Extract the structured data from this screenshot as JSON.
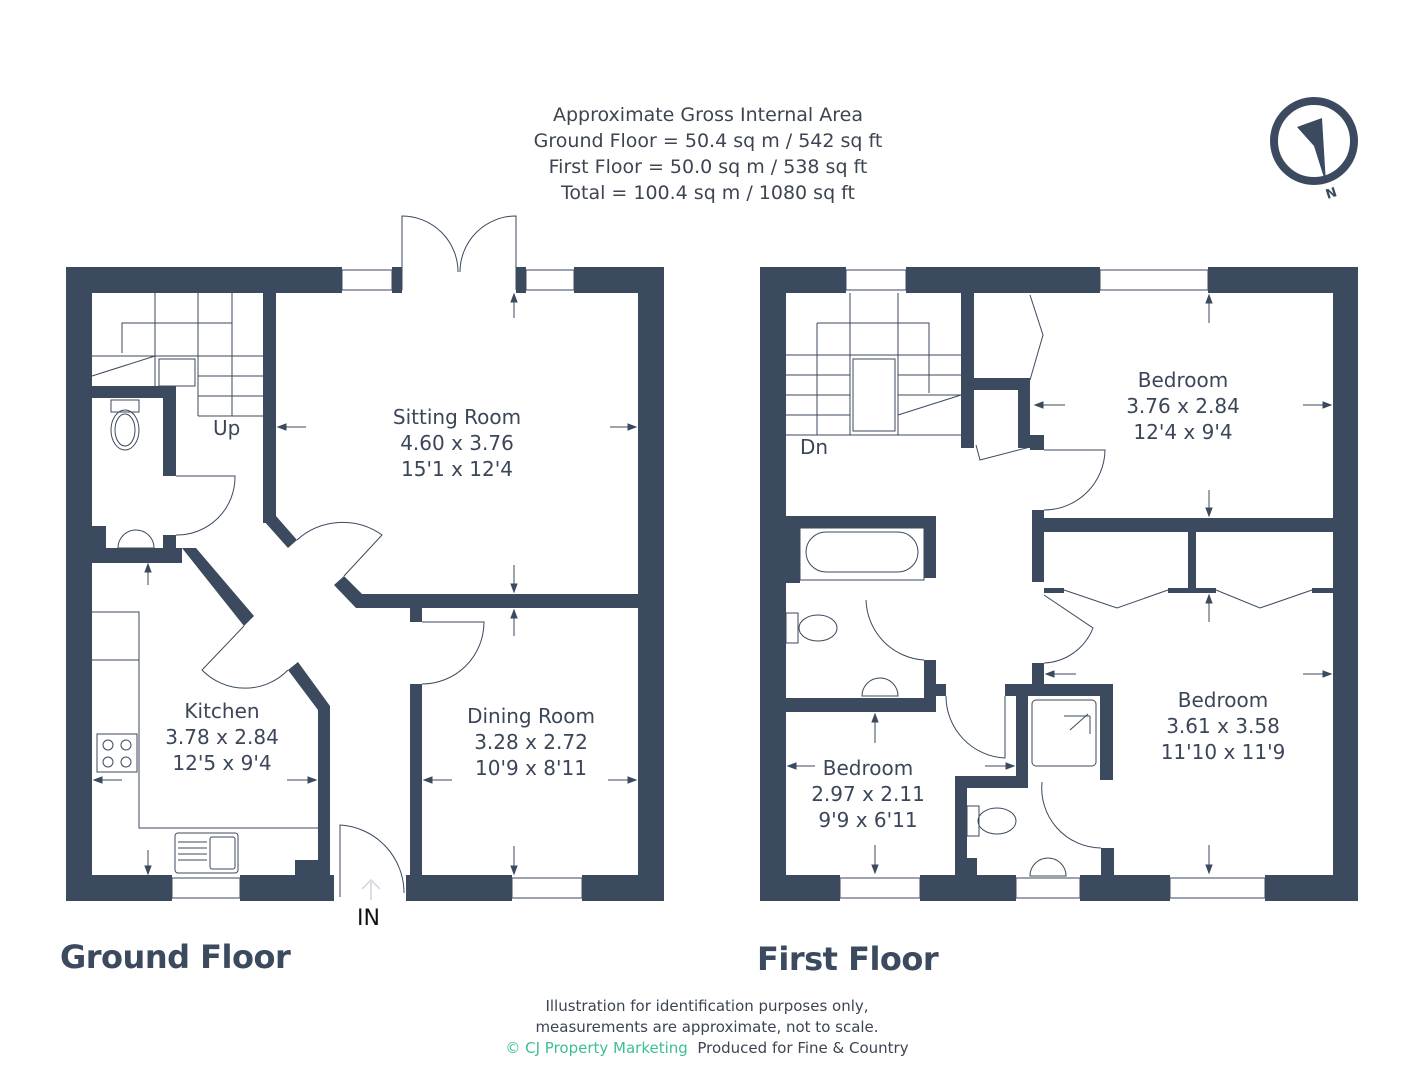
{
  "area_summary": {
    "heading": "Approximate Gross Internal Area",
    "ground_floor": "Ground Floor = 50.4 sq m / 542 sq ft",
    "first_floor": "First Floor = 50.0 sq m / 538 sq ft",
    "total": "Total = 100.4 sq m / 1080 sq ft"
  },
  "compass": {
    "label": "N",
    "icon": "north-arrow-icon"
  },
  "ground_floor": {
    "title": "Ground Floor",
    "entrance_label": "IN",
    "stairs_label": "Up",
    "rooms": [
      {
        "name": "Sitting Room",
        "metric": "4.60 x 3.76",
        "imperial": "15'1 x 12'4"
      },
      {
        "name": "Kitchen",
        "metric": "3.78 x 2.84",
        "imperial": "12'5 x 9'4"
      },
      {
        "name": "Dining Room",
        "metric": "3.28 x 2.72",
        "imperial": "10'9 x 8'11"
      }
    ]
  },
  "first_floor": {
    "title": "First Floor",
    "stairs_label": "Dn",
    "rooms": [
      {
        "name": "Bedroom",
        "metric": "3.76 x 2.84",
        "imperial": "12'4 x 9'4"
      },
      {
        "name": "Bedroom",
        "metric": "3.61 x 3.58",
        "imperial": "11'10 x 11'9"
      },
      {
        "name": "Bedroom",
        "metric": "2.97 x 2.11",
        "imperial": "9'9 x 6'11"
      }
    ]
  },
  "footer": {
    "line1": "Illustration for identification purposes only,",
    "line2": "measurements are approximate, not to scale.",
    "brand": "© CJ Property Marketing",
    "produced_for": "Produced for Fine & Country"
  },
  "colors": {
    "wall": "#3b4a5e",
    "text": "#3d4552",
    "brand": "#3cbf95",
    "background": "#ffffff"
  }
}
